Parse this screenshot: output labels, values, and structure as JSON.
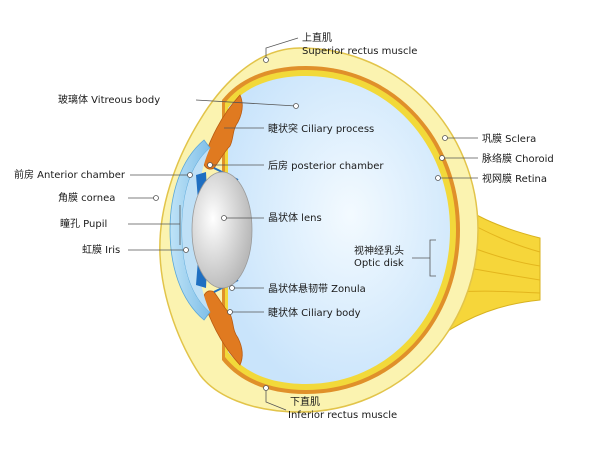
{
  "labels": {
    "superior_cn": "上直肌",
    "superior_en": "Superior rectus muscle",
    "vitreous": "玻璃体 Vitreous body",
    "ciliary_process": "睫状突  Ciliary process",
    "posterior_chamber": "后房 posterior chamber",
    "anterior_chamber": "前房 Anterior chamber",
    "cornea": "角膜 cornea",
    "pupil": "瞳孔 Pupil",
    "iris": "虹膜 Iris",
    "lens": "晶状体 lens",
    "zonula": "晶状体悬韧带 Zonula",
    "ciliary_body": "睫状体 Ciliary body",
    "sclera": "巩膜 Sclera",
    "choroid": "脉络膜 Choroid",
    "retina": "视网膜 Retina",
    "optic_cn": "视神经乳头",
    "optic_en": "Optic disk",
    "inferior_cn": "下直肌",
    "inferior_en": "Inferior rectus muscle"
  },
  "colors": {
    "sclera": "#fbf3b0",
    "sclera_edge": "#e2c44a",
    "choroid": "#e0902a",
    "retina": "#f2d93a",
    "vitreous": "#dcefff",
    "ciliary": "#e07a20",
    "iris_blue": "#1f6fc1",
    "cornea": "#9fd2f0",
    "lens": "#d8d8d8",
    "nerve": "#f4cf2e"
  }
}
